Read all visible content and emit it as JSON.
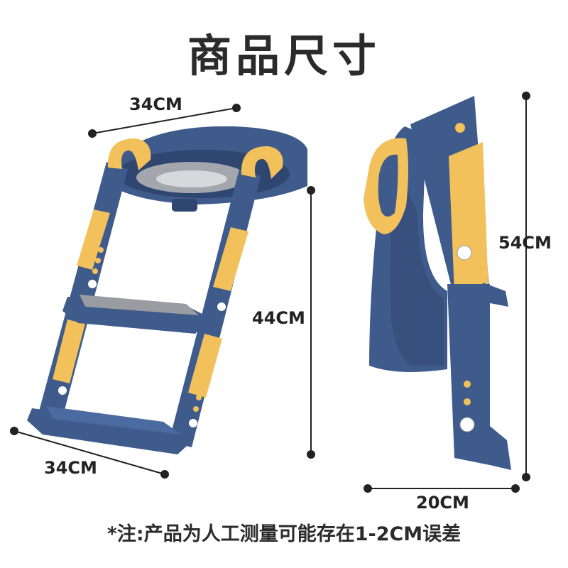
{
  "title": "商品尺寸",
  "dimensions": {
    "seat_width": "34CM",
    "base_width": "34CM",
    "ladder_height": "44CM",
    "total_height": "54CM",
    "depth": "20CM"
  },
  "note": "*注:产品为人工测量可能存在1-2CM误差",
  "colors": {
    "blue": "#3f5b8c",
    "blue_dark": "#2f4670",
    "yellow": "#f2c15c",
    "gray_step": "#9a9ca2",
    "line": "#222222"
  },
  "icons": [
    "step-stool-front-view",
    "step-stool-side-view"
  ]
}
